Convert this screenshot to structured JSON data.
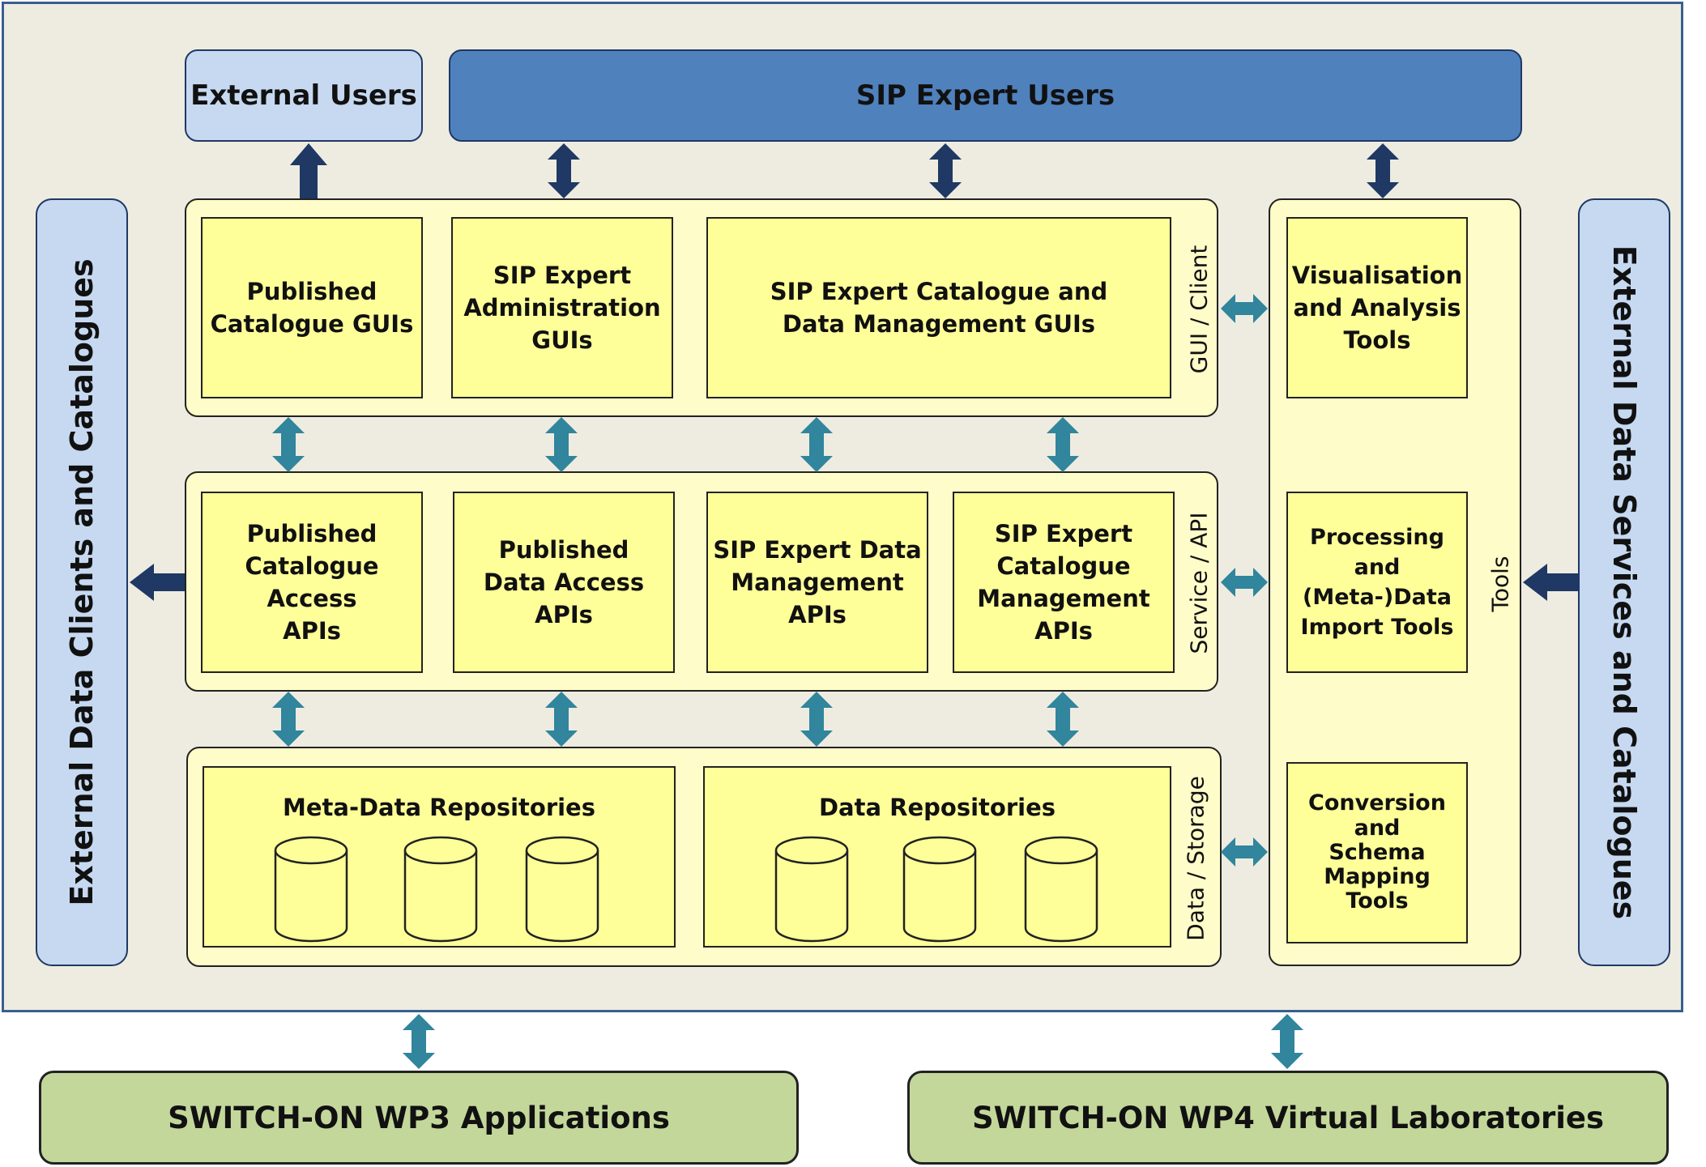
{
  "users": {
    "external": "External Users",
    "sip_expert": "SIP Expert Users"
  },
  "side": {
    "left": "External Data Clients and Catalogues",
    "right": "External Data Services and Catalogues"
  },
  "layers": {
    "gui": "GUI / Client",
    "service": "Service / API",
    "data": "Data / Storage",
    "tools": "Tools"
  },
  "gui_components": [
    "Published\nCatalogue GUIs",
    "SIP Expert\nAdministration\nGUIs",
    "SIP Expert Catalogue and\nData Management GUIs"
  ],
  "api_components": [
    "Published\nCatalogue Access\nAPIs",
    "Published\nData Access APIs",
    "SIP Expert Data\nManagement\nAPIs",
    "SIP Expert\nCatalogue\nManagement\nAPIs"
  ],
  "repositories": {
    "meta": "Meta-Data Repositories",
    "data": "Data Repositories"
  },
  "tools": [
    "Visualisation\nand Analysis\nTools",
    "Processing and\n(Meta-)Data\nImport Tools",
    "Conversion\nand\nSchema\nMapping\nTools"
  ],
  "bottom": {
    "wp3": "SWITCH-ON WP3 Applications",
    "wp4": "SWITCH-ON WP4 Virtual Laboratories"
  },
  "colors": {
    "frame_bg": "#eeece1",
    "light_blue": "#c6d9f1",
    "dark_blue": "#4f81bd",
    "layer_bg": "#fefcc8",
    "component_bg": "#ffff99",
    "green": "#c4d79b",
    "navy_arrow": "#1f3864",
    "teal_arrow": "#31859c"
  }
}
